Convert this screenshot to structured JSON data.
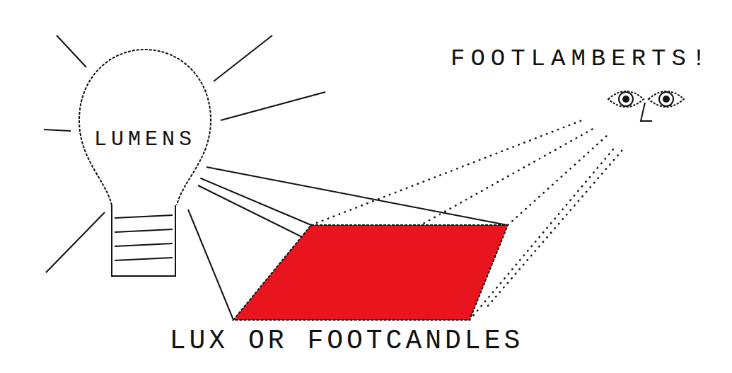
{
  "diagram": {
    "nodes": [
      {
        "text": [
          "LUMENS"
        ]
      },
      {
        "text": [
          "LUX OR FOOTCANDLES"
        ]
      },
      {
        "text": [
          "FOOTLAMBERTS!"
        ]
      }
    ],
    "edges": [
      {
        "from": 0,
        "to": 1,
        "arrow": "none"
      },
      {
        "from": 1,
        "to": 2,
        "arrow": "none"
      }
    ]
  }
}
